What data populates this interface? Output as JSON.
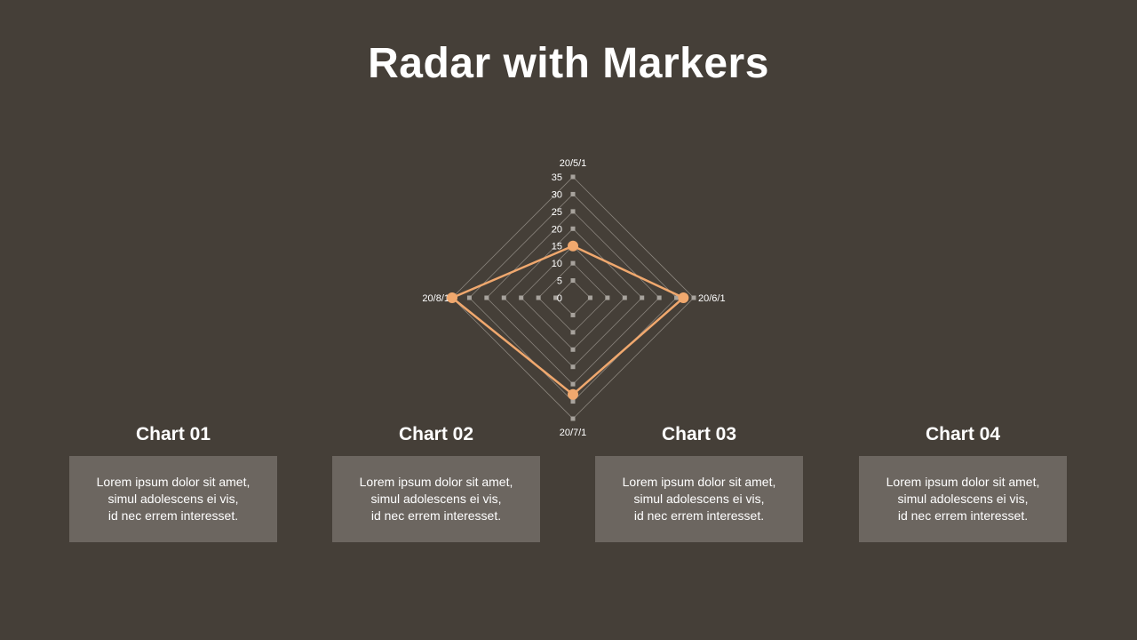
{
  "slide": {
    "title": "Radar with Markers"
  },
  "chart_data": {
    "type": "radar",
    "title": "",
    "categories": [
      "20/5/1",
      "20/6/1",
      "20/7/1",
      "20/8/1"
    ],
    "series": [
      {
        "name": "",
        "values": [
          15,
          32,
          28,
          35
        ]
      }
    ],
    "rlim": [
      0,
      35
    ],
    "ticks": [
      0,
      5,
      10,
      15,
      20,
      25,
      30,
      35
    ],
    "tick_labels": [
      "0",
      "5",
      "10",
      "15",
      "20",
      "25",
      "30",
      "35"
    ],
    "grid": true,
    "legend": "none",
    "colors": {
      "series": "#f0a86e",
      "grid": "#8a847d",
      "tick_marker": "#a8a39d",
      "label": "#ffffff"
    }
  },
  "cards": [
    {
      "title": "Chart 01",
      "lines": [
        "Lorem ipsum dolor sit amet,",
        "simul adolescens ei vis,",
        "id nec errem  interesset."
      ]
    },
    {
      "title": "Chart 02",
      "lines": [
        "Lorem ipsum dolor sit amet,",
        "simul adolescens ei vis,",
        "id nec errem  interesset."
      ]
    },
    {
      "title": "Chart 03",
      "lines": [
        "Lorem ipsum dolor sit amet,",
        "simul adolescens ei vis,",
        "id nec errem  interesset."
      ]
    },
    {
      "title": "Chart 04",
      "lines": [
        "Lorem ipsum dolor sit amet,",
        "simul adolescens ei vis,",
        "id nec errem  interesset."
      ]
    }
  ]
}
